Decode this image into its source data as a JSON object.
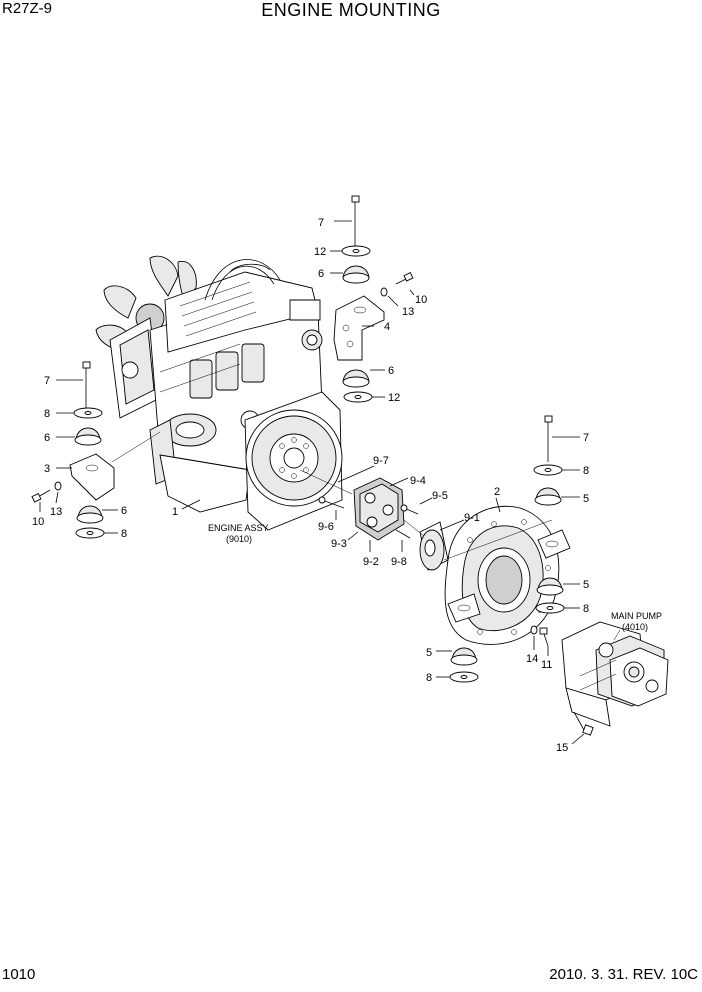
{
  "header": {
    "model": "R27Z-9",
    "title": "ENGINE MOUNTING"
  },
  "footer": {
    "page_number": "1010",
    "revision": "2010. 3. 31. REV. 10C"
  },
  "captions": {
    "engine_assy_name": "ENGINE ASSY",
    "engine_assy_ref": "(9010)",
    "main_pump_name": "MAIN PUMP",
    "main_pump_ref": "(4010)"
  },
  "callouts": {
    "c1": "1",
    "c2": "2",
    "c3": "3",
    "c4": "4",
    "c5a": "5",
    "c5b": "5",
    "c5c": "5",
    "c6a": "6",
    "c6b": "6",
    "c6c": "6",
    "c6d": "6",
    "c7a": "7",
    "c7b": "7",
    "c7c": "7",
    "c8a": "8",
    "c8b": "8",
    "c8c": "8",
    "c8d": "8",
    "c8e": "8",
    "c10a": "10",
    "c10b": "10",
    "c11": "11",
    "c12a": "12",
    "c12b": "12",
    "c13a": "13",
    "c13b": "13",
    "c14": "14",
    "c15": "15",
    "c9_1": "9-1",
    "c9_2": "9-2",
    "c9_3": "9-3",
    "c9_4": "9-4",
    "c9_5": "9-5",
    "c9_6": "9-6",
    "c9_7": "9-7",
    "c9_8": "9-8"
  }
}
